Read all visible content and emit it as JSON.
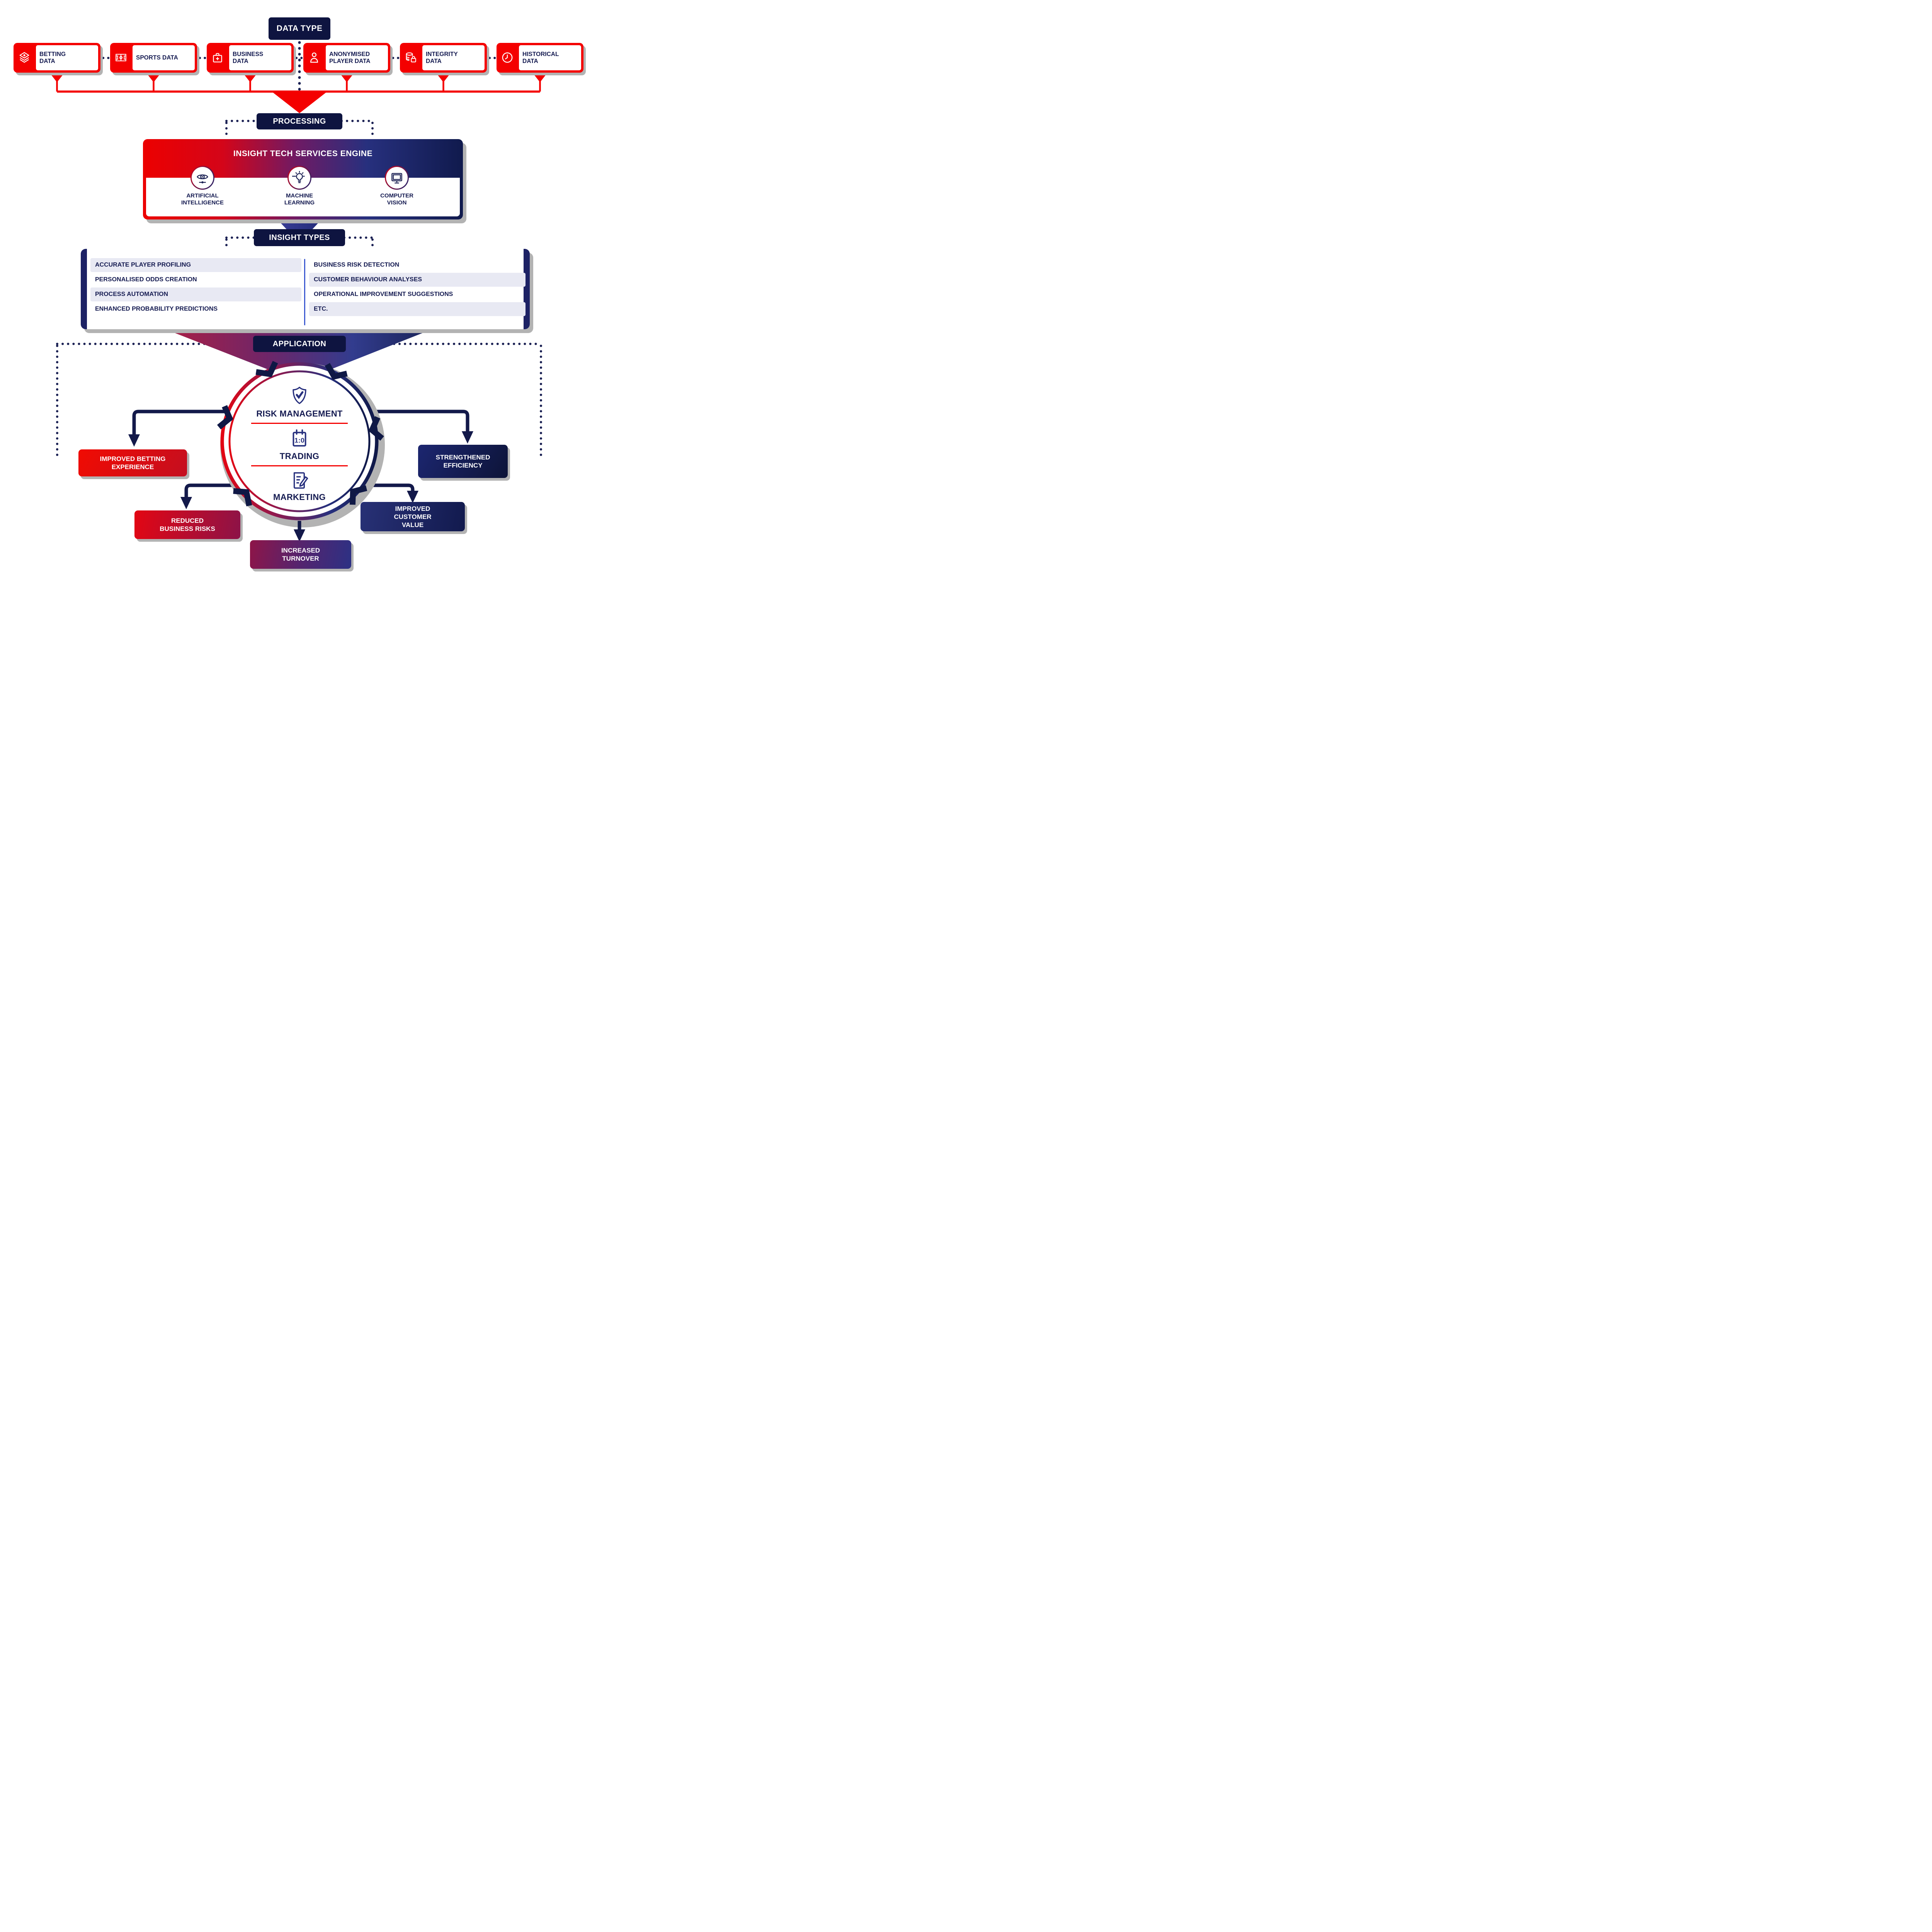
{
  "stages": {
    "data_type": "DATA TYPE",
    "processing": "PROCESSING",
    "insight_types": "INSIGHT TYPES",
    "application": "APPLICATION"
  },
  "data_types": {
    "items": [
      {
        "label": "BETTING DATA",
        "icon": "cash-stack-icon"
      },
      {
        "label": "SPORTS DATA",
        "icon": "football-pitch-icon"
      },
      {
        "label": "BUSINESS DATA",
        "icon": "briefcase-icon"
      },
      {
        "label": "ANONYMISED PLAYER DATA",
        "icon": "person-icon"
      },
      {
        "label": "INTEGRITY DATA",
        "icon": "database-lock-icon"
      },
      {
        "label": "HISTORICAL DATA",
        "icon": "clock-icon"
      }
    ]
  },
  "engine": {
    "title": "INSIGHT TECH SERVICES ENGINE",
    "capabilities": [
      {
        "label": "ARTIFICIAL INTELLIGENCE",
        "icon": "ai-eye-icon"
      },
      {
        "label": "MACHINE LEARNING",
        "icon": "lightbulb-icon"
      },
      {
        "label": "COMPUTER VISION",
        "icon": "monitor-icon"
      }
    ]
  },
  "insight_types": {
    "left_column": [
      "ACCURATE PLAYER PROFILING",
      "PERSONALISED ODDS CREATION",
      "PROCESS AUTOMATION",
      "ENHANCED PROBABILITY PREDICTIONS"
    ],
    "right_column": [
      "BUSINESS RISK DETECTION",
      "CUSTOMER BEHAVIOUR ANALYSES",
      "OPERATIONAL IMPROVEMENT SUGGESTIONS",
      "ETC."
    ]
  },
  "application": {
    "areas": [
      {
        "label": "RISK MANAGEMENT",
        "icon": "shield-check-icon"
      },
      {
        "label": "TRADING",
        "icon": "scoreboard-icon",
        "scoreboard_text": "1:0"
      },
      {
        "label": "MARKETING",
        "icon": "notepad-pencil-icon"
      }
    ]
  },
  "outcomes": [
    {
      "label": "IMPROVED BETTING EXPERIENCE"
    },
    {
      "label": "REDUCED BUSINESS RISKS"
    },
    {
      "label": "INCREASED TURNOVER"
    },
    {
      "label": "IMPROVED CUSTOMER VALUE"
    },
    {
      "label": "STRENGTHENED EFFICIENCY"
    }
  ],
  "colors": {
    "red": "#F40000",
    "navy": "#161C52",
    "dark_navy_box": "#0E1440",
    "stripe": "#E8E9F3",
    "divider_blue": "#3D5AD1"
  }
}
